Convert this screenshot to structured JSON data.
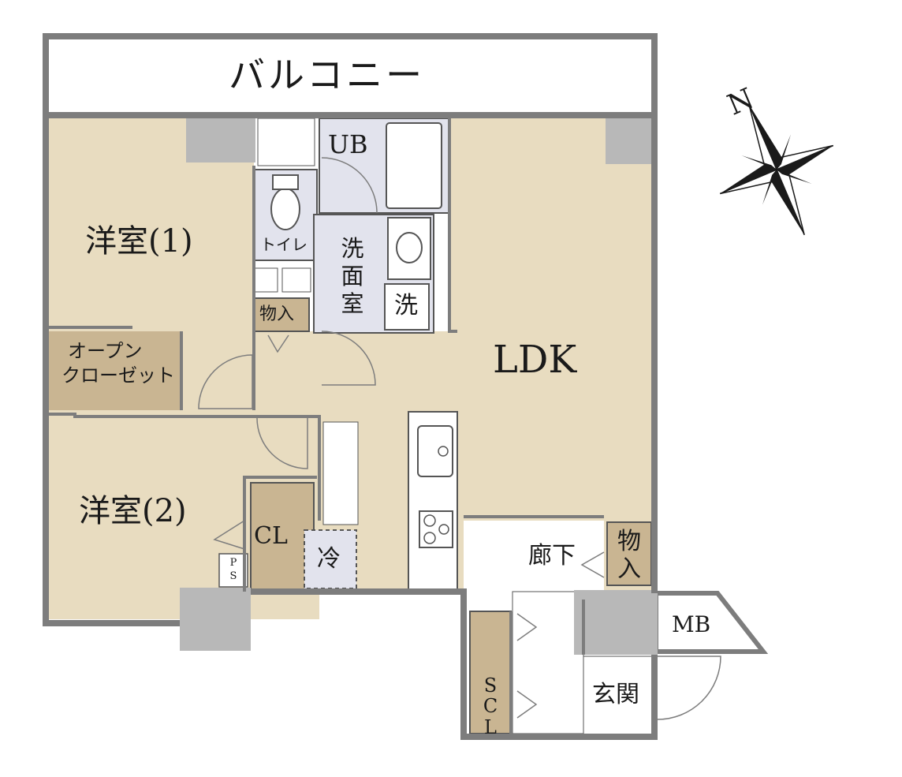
{
  "rooms": {
    "balcony": "バルコニー",
    "western1": "洋室(1)",
    "western2": "洋室(2)",
    "ldk": "LDK",
    "unit_bath": "UB",
    "toilet": "トイレ",
    "washroom": "洗面室",
    "washer": "洗",
    "storage1": "物入",
    "storage2": "物入",
    "open_closet_1": "オープン",
    "open_closet_2": "クローゼット",
    "closet": "CL",
    "fridge": "冷",
    "pipe_space": "PS",
    "hallway": "廊下",
    "meter_box": "MB",
    "entrance": "玄関",
    "shoe_closet": "SCL"
  },
  "compass": {
    "north_label": "N"
  },
  "colors": {
    "room_fill": "#e8dcc0",
    "wet_area_fill": "#e2e3ed",
    "storage_fill": "#c9b592",
    "wall": "#7d7d7d",
    "column": "#b8b8b8",
    "exterior": "#ffffff"
  }
}
